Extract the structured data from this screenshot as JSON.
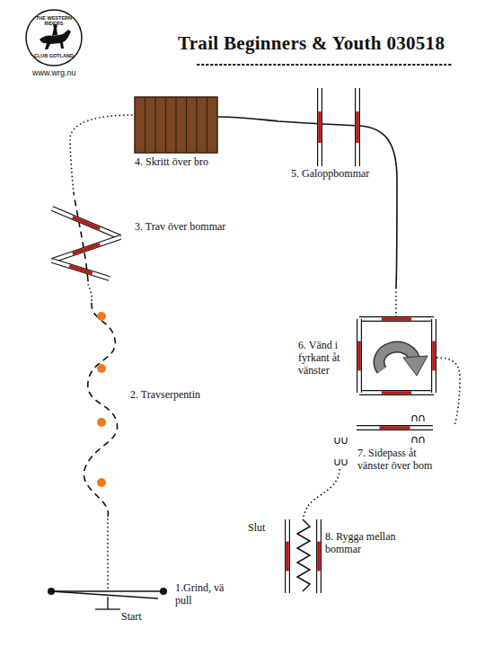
{
  "diagram": {
    "title": "Trail Beginners & Youth 030518",
    "labels": [
      "THE WESTERN RIDERS",
      "CLUB GOTLAND",
      "www.wrg.nu",
      "4. Skritt över bro",
      "5. Galoppbommar",
      "3. Trav över bommar",
      "2. Travserpentin",
      "6. Vänd i fyrkant åt vänster",
      "7. Sidepass åt vänster över bom",
      "Slut",
      "8. Rygga mellan bommar",
      "1.Grind, vä pull",
      "Start"
    ]
  }
}
